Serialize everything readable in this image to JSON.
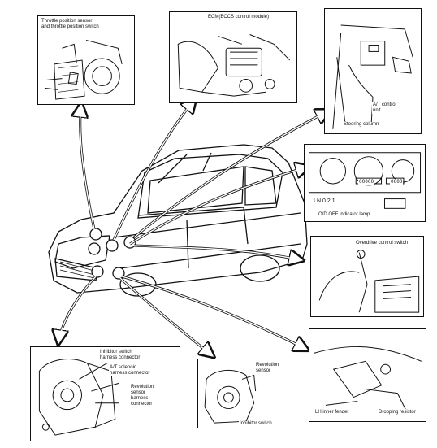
{
  "labels": {
    "throttle": "Throttle position sensor\nand throttle position switch",
    "ecm": "ECM(ECCS control module)",
    "at_control_unit": "A/T control\nunit",
    "steering_column": "Stooring column",
    "od_off_lamp": "O/D OFF indicator lamp",
    "overdrive_switch": "Overdrive control switch",
    "lh_inner_fender": "LH inner fender",
    "dropping_resistor": "Dropping resistor",
    "inhibitor_harness": "Inhibitor switch\nharness connector",
    "solenoid_harness": "A/T solenoid\nharness connector",
    "rev_sensor_harness": "Revolution\nsensor\nharness\nconnector",
    "rev_sensor": "Revolution\nsensor",
    "inhibitor_switch": "Inhibitor switch"
  },
  "cluster": {
    "odometer": "00000",
    "trip": "0000",
    "gear_code": "IN021"
  },
  "colors": {
    "ink": "#111111",
    "paper": "#ffffff"
  }
}
